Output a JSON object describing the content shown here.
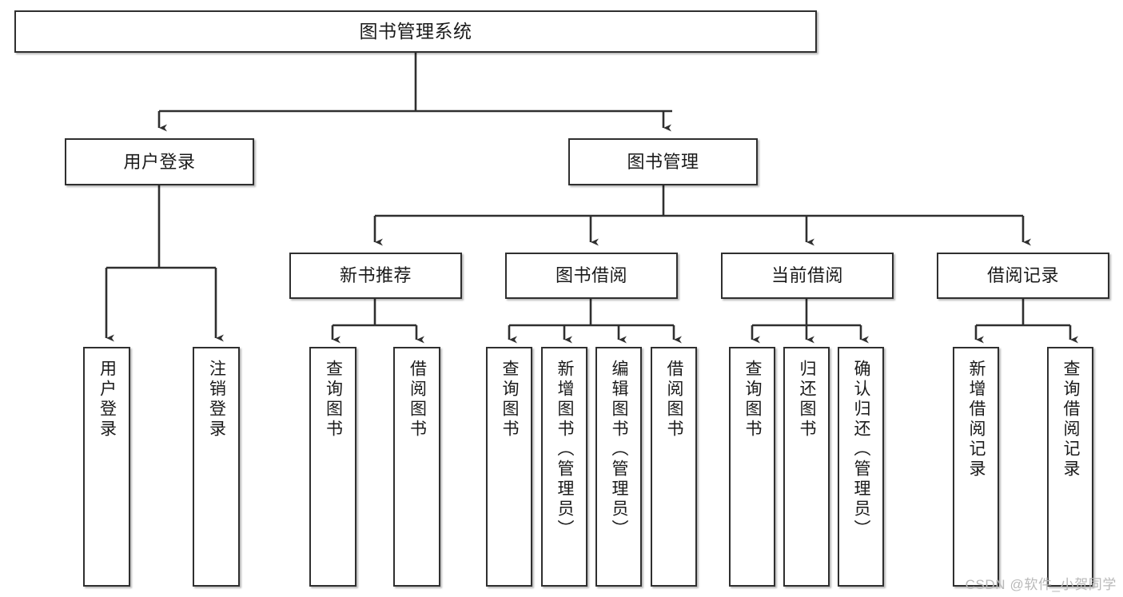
{
  "diagram": {
    "title": "图书管理系统",
    "type": "tree",
    "watermark": "CSDN @软件_小贺同学",
    "colors": {
      "background": "#ffffff",
      "box_border": "#2f2f2f",
      "box_fill": "#ffffff",
      "connector": "#2f2f2f",
      "text": "#1a1a1a",
      "watermark": "#b9b9b9"
    },
    "levels": {
      "root": "图书管理系统",
      "level2": [
        "用户登录",
        "图书管理"
      ],
      "level3": [
        "新书推荐",
        "图书借阅",
        "当前借阅",
        "借阅记录"
      ]
    },
    "nodes": {
      "root": {
        "label": "图书管理系统"
      },
      "user_login": {
        "label": "用户登录"
      },
      "book_manage": {
        "label": "图书管理"
      },
      "new_book_rec": {
        "label": "新书推荐"
      },
      "book_borrow": {
        "label": "图书借阅"
      },
      "current_borrow": {
        "label": "当前借阅"
      },
      "borrow_record": {
        "label": "借阅记录"
      },
      "leaf_user_login": {
        "label": "用户登录"
      },
      "leaf_user_logout": {
        "label": "注销登录"
      },
      "leaf_rec_query": {
        "label": "查询图书"
      },
      "leaf_rec_borrow": {
        "label": "借阅图书"
      },
      "leaf_borrow_query": {
        "label": "查询图书"
      },
      "leaf_borrow_add": {
        "label": "新增图书（管理员）"
      },
      "leaf_borrow_edit": {
        "label": "编辑图书（管理员）"
      },
      "leaf_borrow_do": {
        "label": "借阅图书"
      },
      "leaf_cur_query": {
        "label": "查询图书"
      },
      "leaf_cur_return": {
        "label": "归还图书"
      },
      "leaf_cur_confirm": {
        "label": "确认归还（管理员）"
      },
      "leaf_rec_add": {
        "label": "新增借阅记录"
      },
      "leaf_rec_query2": {
        "label": "查询借阅记录"
      }
    },
    "edges": [
      {
        "from": "root",
        "to": "user_login"
      },
      {
        "from": "root",
        "to": "book_manage"
      },
      {
        "from": "user_login",
        "to": "leaf_user_login"
      },
      {
        "from": "user_login",
        "to": "leaf_user_logout"
      },
      {
        "from": "book_manage",
        "to": "new_book_rec"
      },
      {
        "from": "book_manage",
        "to": "book_borrow"
      },
      {
        "from": "book_manage",
        "to": "current_borrow"
      },
      {
        "from": "book_manage",
        "to": "borrow_record"
      },
      {
        "from": "new_book_rec",
        "to": "leaf_rec_query"
      },
      {
        "from": "new_book_rec",
        "to": "leaf_rec_borrow"
      },
      {
        "from": "book_borrow",
        "to": "leaf_borrow_query"
      },
      {
        "from": "book_borrow",
        "to": "leaf_borrow_add"
      },
      {
        "from": "book_borrow",
        "to": "leaf_borrow_edit"
      },
      {
        "from": "book_borrow",
        "to": "leaf_borrow_do"
      },
      {
        "from": "current_borrow",
        "to": "leaf_cur_query"
      },
      {
        "from": "current_borrow",
        "to": "leaf_cur_return"
      },
      {
        "from": "current_borrow",
        "to": "leaf_cur_confirm"
      },
      {
        "from": "borrow_record",
        "to": "leaf_rec_add"
      },
      {
        "from": "borrow_record",
        "to": "leaf_rec_query2"
      }
    ]
  }
}
